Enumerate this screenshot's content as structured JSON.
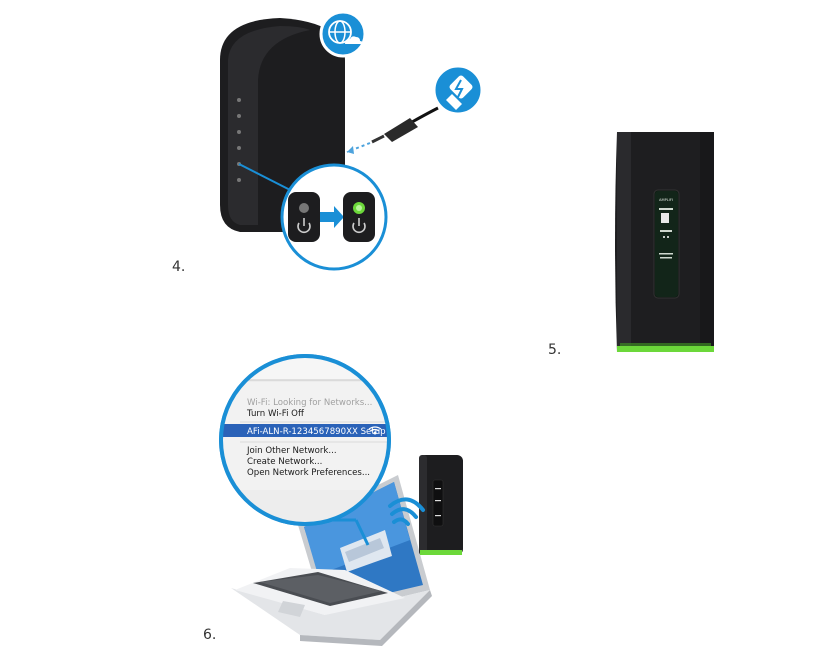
{
  "steps": [
    {
      "number": "4."
    },
    {
      "number": "5."
    },
    {
      "number": "6."
    }
  ],
  "wifi_menu": {
    "items": [
      "Wi-Fi: Looking for Networks...",
      "Turn Wi-Fi Off",
      "AFi-ALN-R-1234567890XX Setup",
      "Join Other Network...",
      "Create Network...",
      "Open Network Preferences..."
    ],
    "selected_index": 2
  },
  "device_screen": {
    "brand": "AMPLIFI"
  },
  "colors": {
    "accent_blue": "#1a8fd6",
    "device_black": "#1c1c1e",
    "led_green": "#6cd83a",
    "menu_highlight": "#2a62b8"
  },
  "icons": [
    "globe-cloud-icon",
    "power-plug-icon",
    "power-icon",
    "wifi-icon",
    "arrow-right-icon"
  ]
}
